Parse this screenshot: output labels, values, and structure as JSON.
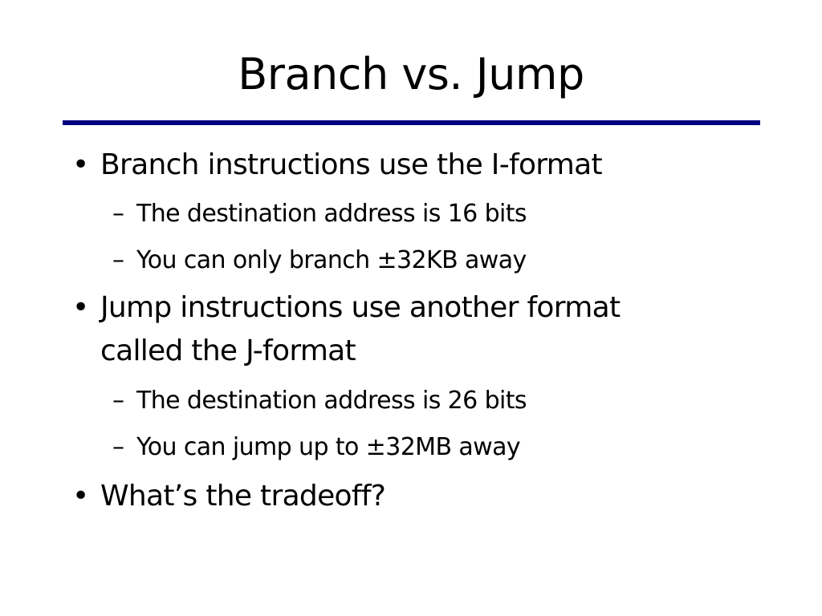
{
  "slide": {
    "title": "Branch vs. Jump",
    "accent_color": "#000080",
    "bullet_symbol": "•",
    "sub_symbol": "–",
    "items": [
      {
        "text_lines": [
          "Branch instructions use the I-format"
        ],
        "subitems": [
          "The destination address is 16 bits",
          "You can only branch ±32KB away"
        ]
      },
      {
        "text_lines": [
          "Jump instructions use another format",
          "called the J-format"
        ],
        "subitems": [
          "The destination address is 26 bits",
          "You can jump up to ±32MB away"
        ]
      },
      {
        "text_lines": [
          "What’s the tradeoff?"
        ],
        "subitems": []
      }
    ]
  }
}
